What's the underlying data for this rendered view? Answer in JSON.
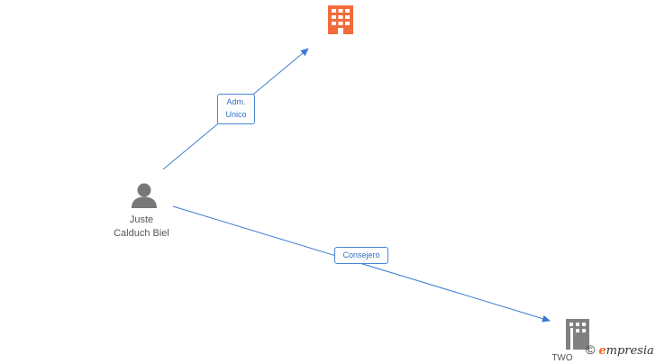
{
  "nodes": {
    "person": {
      "name_line1": "Juste",
      "name_line2": "Calduch Biel",
      "icon": "person-icon",
      "color": "#777777"
    },
    "company_top": {
      "icon": "building-icon",
      "color": "#f26b3a"
    },
    "company_bottom": {
      "name": "TWO",
      "icon": "building-icon",
      "color": "#808080"
    }
  },
  "edges": {
    "adm_unico": {
      "line1": "Adm.",
      "line2": "Unico",
      "color": "#3b7bd4"
    },
    "consejero": {
      "label": "Consejero",
      "color": "#3b7bd4"
    }
  },
  "watermark": {
    "copyright": "©",
    "brand_e": "e",
    "brand_rest": "mpresia"
  }
}
